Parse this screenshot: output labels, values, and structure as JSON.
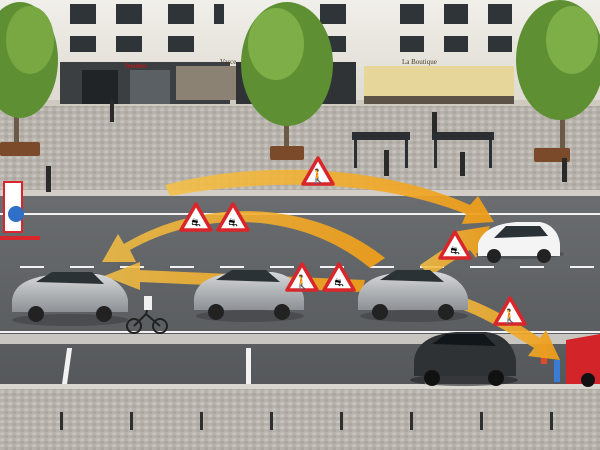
{
  "storefront_signs": {
    "left": "Jeeehes",
    "middle": "Vasce",
    "right": "La Boutique"
  },
  "colors": {
    "warning_arrow": "#f3b12a",
    "warning_sign_border": "#d8262b",
    "road": "#5f6264",
    "sidewalk": "#b9b6b0",
    "building": "#e9e6df",
    "tree": "#6c9a3a"
  },
  "icons": {
    "warning_signs": [
      "pedestrian-warning-icon",
      "slippery-road-warning-icon"
    ]
  }
}
